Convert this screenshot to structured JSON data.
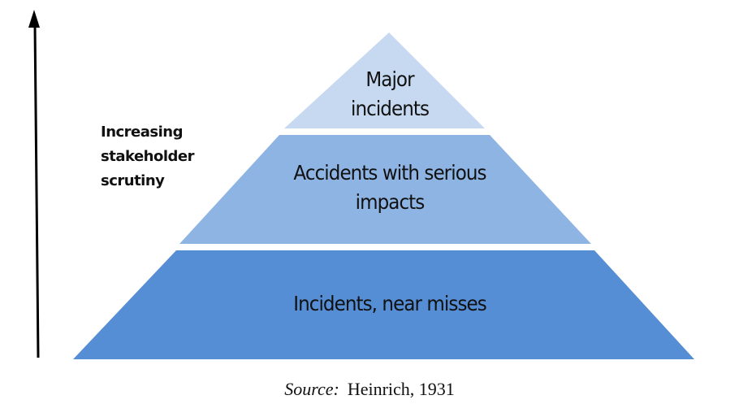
{
  "side_label": [
    "Increasing",
    "stakeholder",
    "scrutiny"
  ],
  "tiers": [
    {
      "label_lines": [
        "Major",
        "incidents"
      ],
      "color": "#c6d9f1"
    },
    {
      "label_lines": [
        "Accidents with serious",
        "impacts"
      ],
      "color": "#8eb4e3"
    },
    {
      "label_lines": [
        "Incidents, near misses"
      ],
      "color": "#558ed5"
    }
  ],
  "source": {
    "prefix": "Source:",
    "text": "Heinrich, 1931"
  }
}
